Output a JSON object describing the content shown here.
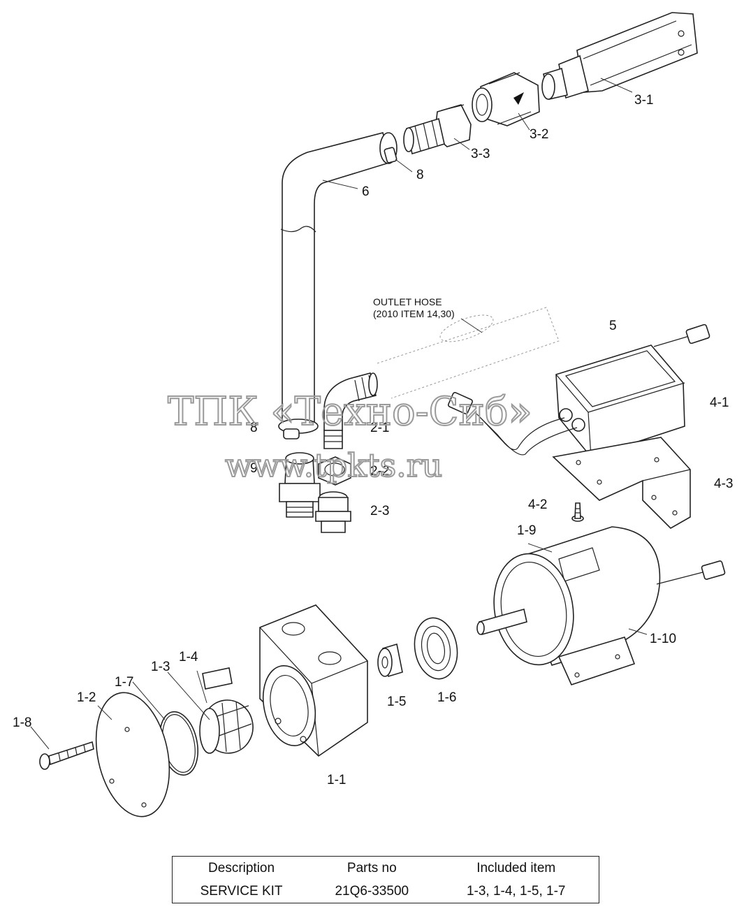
{
  "watermark": {
    "line1": "ТПК «Техно-Сиб»",
    "line2": "www.tpkts.ru"
  },
  "callouts": {
    "c3_1": "3-1",
    "c3_2": "3-2",
    "c3_3": "3-3",
    "c8_top": "8",
    "c6": "6",
    "c8_low": "8",
    "c9": "9",
    "c2_1": "2-1",
    "c2_2": "2-2",
    "c2_3": "2-3",
    "c5": "5",
    "c4_1": "4-1",
    "c4_2": "4-2",
    "c4_3": "4-3",
    "c1_9": "1-9",
    "c1_10": "1-10",
    "c1_1": "1-1",
    "c1_2": "1-2",
    "c1_3": "1-3",
    "c1_4": "1-4",
    "c1_5": "1-5",
    "c1_6": "1-6",
    "c1_7": "1-7",
    "c1_8": "1-8"
  },
  "outlet_hose_note": {
    "line1": "OUTLET HOSE",
    "line2": "(2010 ITEM 14,30)"
  },
  "kit_table": {
    "headers": [
      "Description",
      "Parts no",
      "Included item"
    ],
    "rows": [
      [
        "SERVICE KIT",
        "21Q6-33500",
        "1-3, 1-4, 1-5, 1-7"
      ]
    ]
  }
}
